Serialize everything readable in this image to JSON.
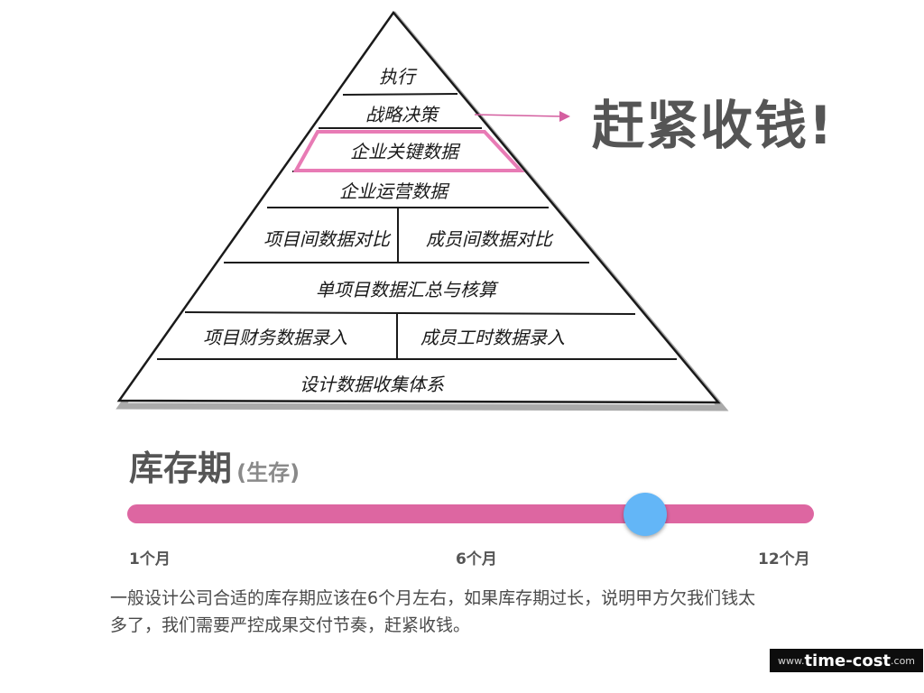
{
  "pyramid": {
    "levels": [
      "执行",
      "战略决策",
      "企业关键数据",
      "企业运营数据",
      "项目间数据对比",
      "成员间数据对比",
      "单项目数据汇总与核算",
      "项目财务数据录入",
      "成员工时数据录入",
      "设计数据收集体系"
    ],
    "highlight_color": "#e87bb5",
    "arrow_color": "#d45fa0"
  },
  "headline": "赶紧收钱!",
  "period": {
    "title": "库存期",
    "subtitle": "(生存)",
    "slider_value_months": 9.3,
    "ticks": [
      "1个月",
      "6个月",
      "12个月"
    ],
    "track_color": "#dd66a1",
    "knob_color": "#63b6f7"
  },
  "description": "一般设计公司合适的库存期应该在6个月左右，如果库存期过长，说明甲方欠我们钱太多了，我们需要严控成果交付节奏，赶紧收钱。",
  "logo": {
    "prefix": "www.",
    "name": "time-cost",
    "suffix": ".com"
  }
}
